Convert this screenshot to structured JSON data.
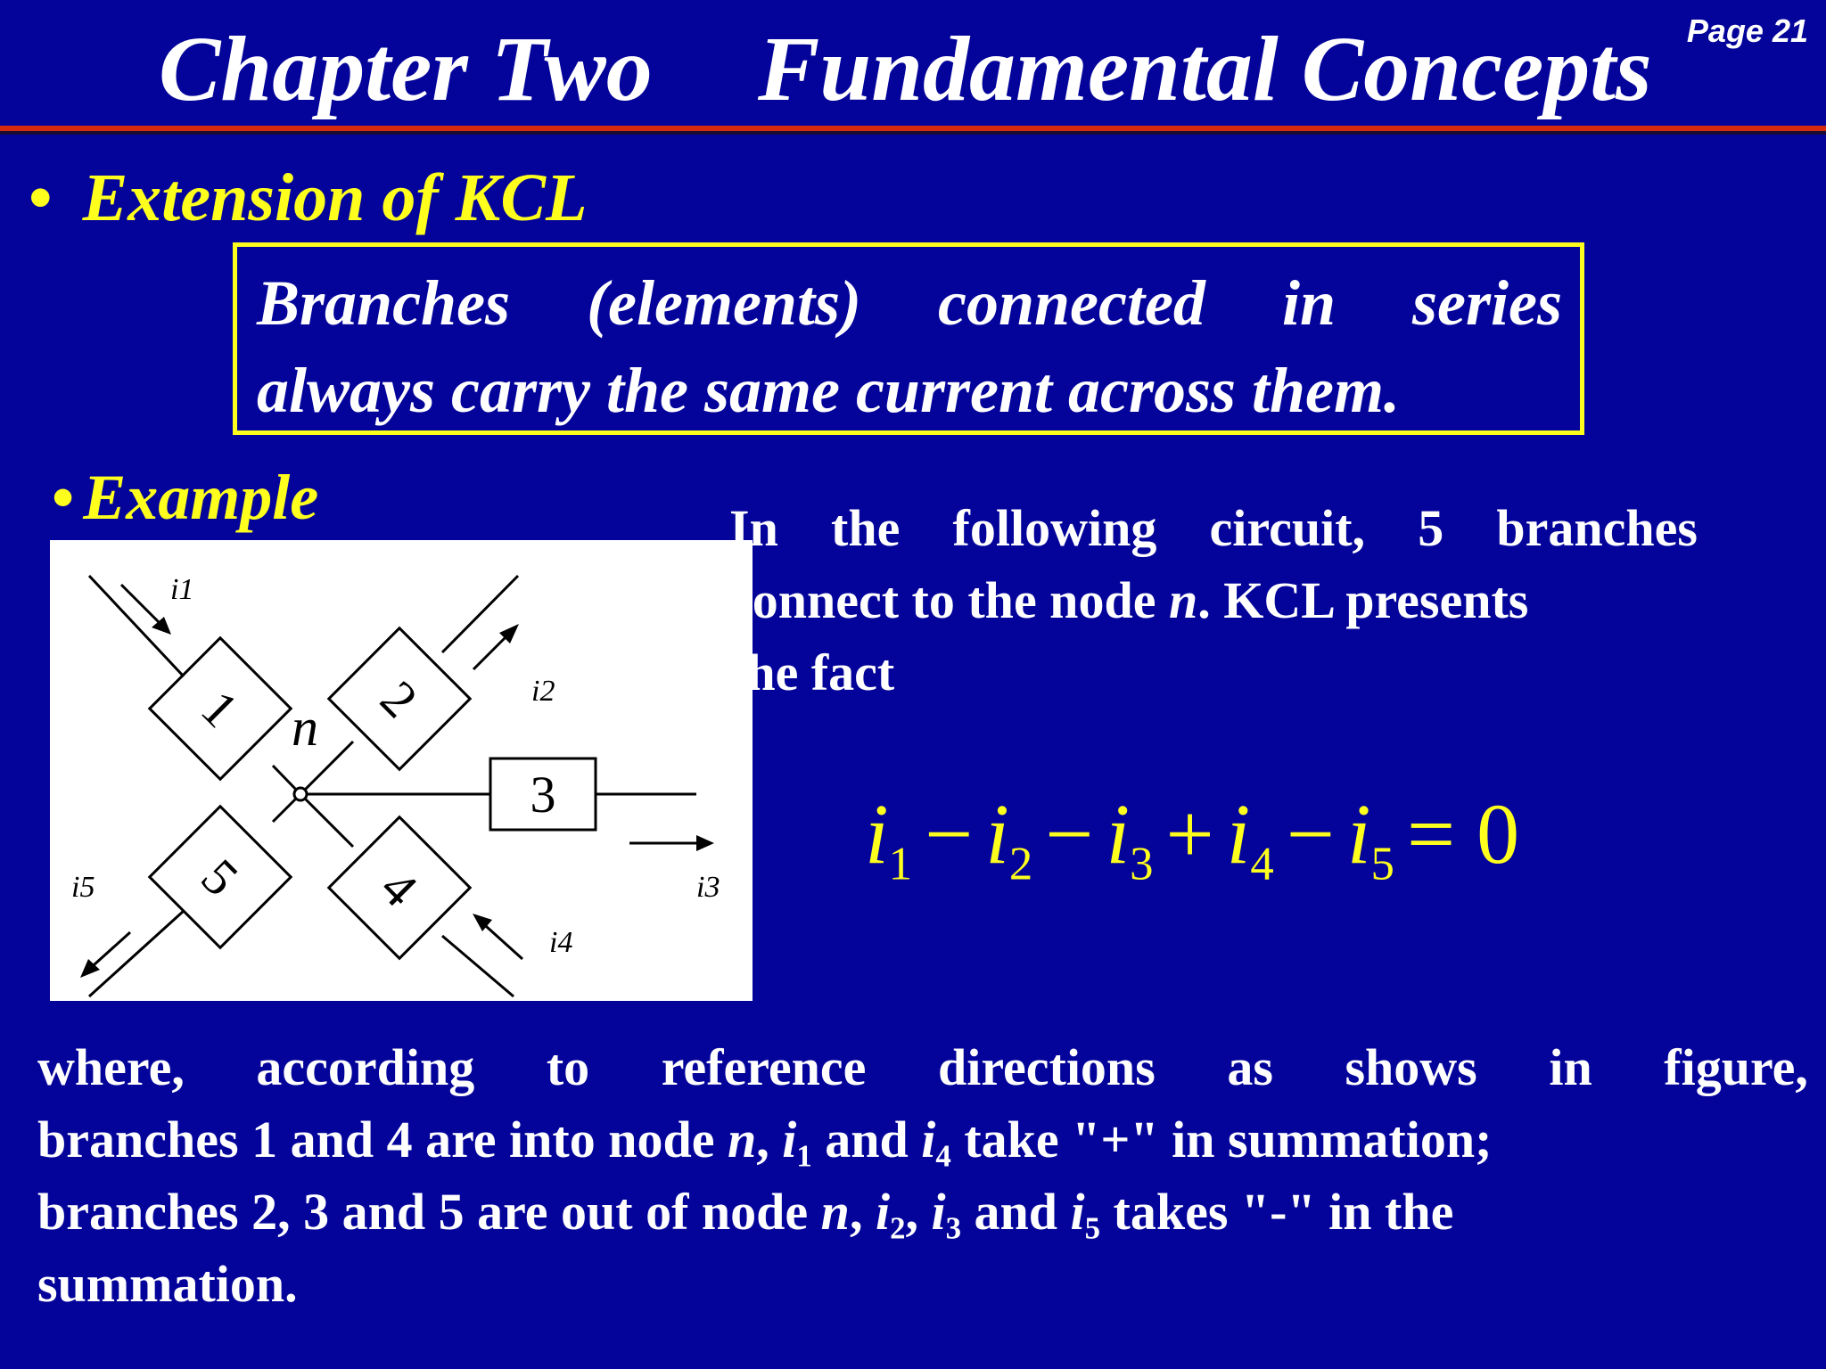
{
  "header": {
    "title_chapter": "Chapter Two",
    "title_topic": "Fundamental Concepts",
    "page_label": "Page 21"
  },
  "section": {
    "bullet_1": "Extension of KCL",
    "definition_line_1": [
      "Branches",
      "(elements)",
      "connected",
      "in",
      "series"
    ],
    "definition_line_2": "always carry the same current across them.",
    "bullet_2": "Example"
  },
  "right_text": {
    "line_1": [
      "In",
      "the",
      "following",
      "circuit,",
      "5",
      "branches"
    ],
    "line_2_a": "connect to the node ",
    "line_2_var": "n",
    "line_2_b": ". KCL presents",
    "line_3": "the fact"
  },
  "equation": {
    "var": "i",
    "subs": [
      "1",
      "2",
      "3",
      "4",
      "5"
    ],
    "ops": [
      "−",
      "−",
      "+",
      "−"
    ],
    "rhs": "= 0"
  },
  "diagram": {
    "element_labels": [
      "1",
      "2",
      "3",
      "4",
      "5"
    ],
    "node_label": "n",
    "current_labels": [
      "i1",
      "i2",
      "i3",
      "i4",
      "i5"
    ]
  },
  "bottom_text": {
    "line_1": [
      "where,",
      "according",
      "to",
      "reference",
      "directions",
      "as",
      "shows",
      "in",
      "figure,"
    ],
    "line_2_a": "branches 1 and 4 are into node ",
    "n": "n",
    "i": "i",
    "s1": "1",
    "s2": "2",
    "s3": "3",
    "s4": "4",
    "s5": "5",
    "comma": ", ",
    "and": " and ",
    "line_2_b": " take \"+\" in summation;",
    "line_3_a": "branches 2, 3 and 5 are out of node ",
    "line_3_b": " takes \"-\" in the",
    "line_4": "summation."
  },
  "colors": {
    "background": "#04049a",
    "accent_yellow": "#ffff1e",
    "rule_red": "#d52a0e",
    "text_white": "#ffffff"
  }
}
